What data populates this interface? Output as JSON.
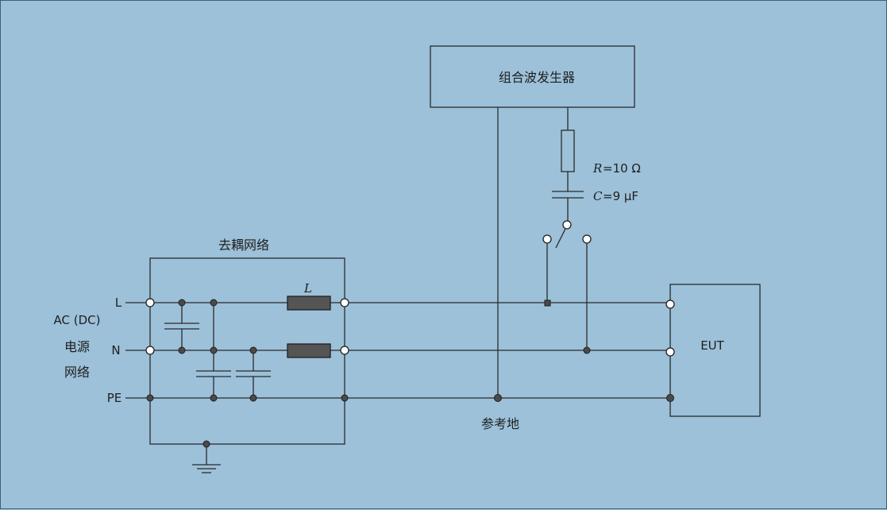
{
  "generator": {
    "label": "组合波发生器"
  },
  "decoupling": {
    "title": "去耦网络",
    "inductor_label": "L"
  },
  "source": {
    "line1": "AC (DC)",
    "line2": "电源",
    "line3": "网络"
  },
  "lines": {
    "L": "L",
    "N": "N",
    "PE": "PE"
  },
  "coupling": {
    "r_sym": "R",
    "r_val": "=10 Ω",
    "c_sym": "C",
    "c_val": "=9 μF"
  },
  "eut": {
    "label": "EUT"
  },
  "ground_ref": {
    "label": "参考地"
  }
}
